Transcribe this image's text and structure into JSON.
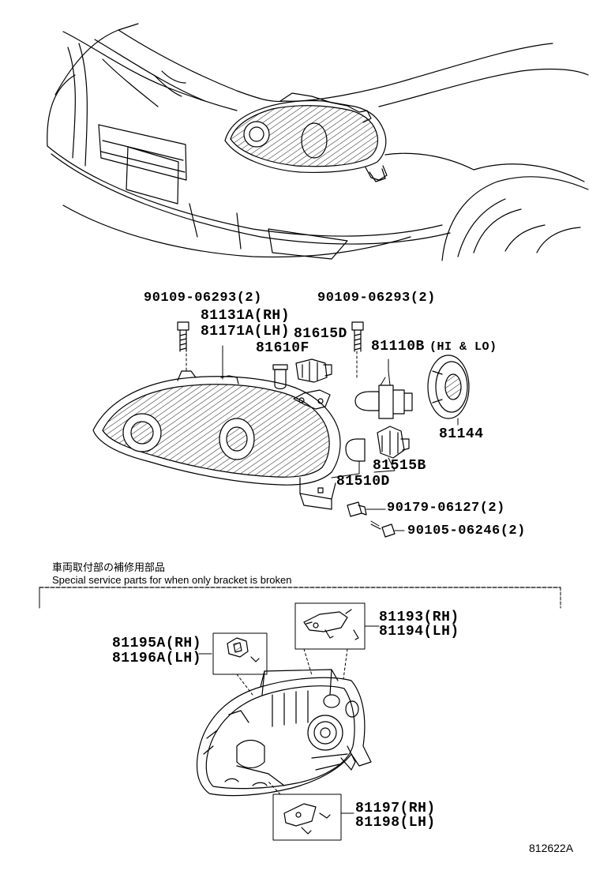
{
  "parts": {
    "bolt_left": "90109-06293(2)",
    "bolt_right": "90109-06293(2)",
    "headlamp_rh": "81131A(RH)",
    "headlamp_lh": "81171A(LH)",
    "socket_81615d": "81615D",
    "bulb_81610f": "81610F",
    "bulb_81110b": "81110B",
    "bulb_81110b_note": "(HI & LO)",
    "cover_81144": "81144",
    "socket_81515b": "81515B",
    "bulb_81510d": "81510D",
    "nut_90179": "90179-06127(2)",
    "screw_90105": "90105-06246(2)"
  },
  "service_note": {
    "jp": "車両取付部の補修用部品",
    "en": "Special service parts for when only bracket is broken"
  },
  "brackets": {
    "b_81193": "81193(RH)",
    "b_81194": "81194(LH)",
    "b_81195a": "81195A(RH)",
    "b_81196a": "81196A(LH)",
    "b_81197": "81197(RH)",
    "b_81198": "81198(LH)"
  },
  "figure_code": "812622A"
}
